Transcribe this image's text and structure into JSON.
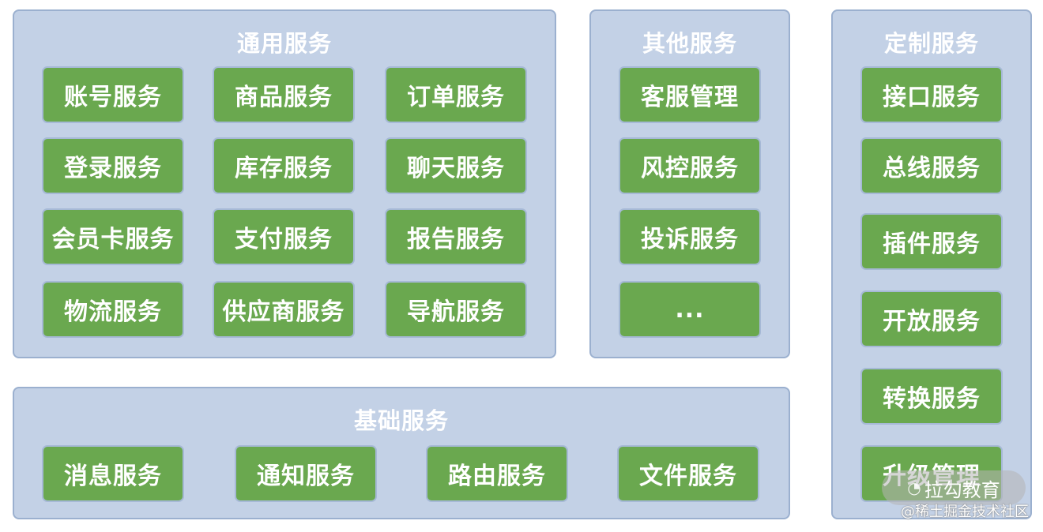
{
  "general": {
    "title": "通用服务",
    "items": [
      "账号服务",
      "商品服务",
      "订单服务",
      "登录服务",
      "库存服务",
      "聊天服务",
      "会员卡服务",
      "支付服务",
      "报告服务",
      "物流服务",
      "供应商服务",
      "导航服务"
    ]
  },
  "other": {
    "title": "其他服务",
    "items": [
      "客服管理",
      "风控服务",
      "投诉服务",
      "..."
    ]
  },
  "custom": {
    "title": "定制服务",
    "items": [
      "接口服务",
      "总线服务",
      "插件服务",
      "开放服务",
      "转换服务",
      "升级管理"
    ]
  },
  "base": {
    "title": "基础服务",
    "items": [
      "消息服务",
      "通知服务",
      "路由服务",
      "文件服务"
    ]
  },
  "watermark": {
    "text": "拉勾教育",
    "credit": "@稀土掘金技术社区"
  },
  "colors": {
    "panel": "#c3d1e6",
    "panel_border": "#9bb0cf",
    "box": "#6aa84f",
    "text": "#ffffff"
  }
}
